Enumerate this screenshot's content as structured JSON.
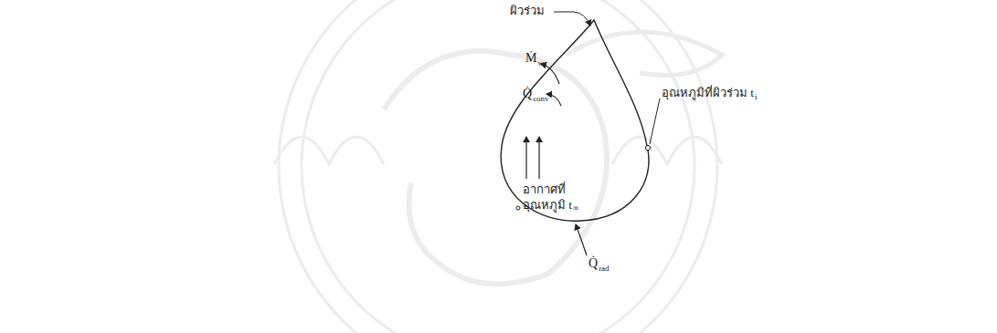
{
  "diagram": {
    "labels": [
      "ผิวร่วม",
      "Ṁ",
      "w",
      "Q̇",
      "conv",
      "อุณหภูมิที่ผิวร่วม t",
      "i",
      "อากาศที่",
      "อุณหภูมิ t",
      "∞",
      "Q̇",
      "rad"
    ]
  }
}
